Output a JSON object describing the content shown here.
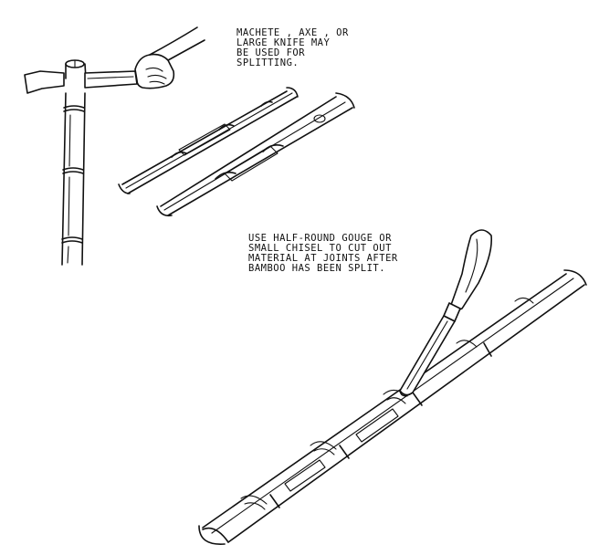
{
  "captions": {
    "machete": {
      "lines": [
        "MACHETE , AXE , OR",
        "LARGE KNIFE MAY",
        "BE USED FOR",
        "SPLITTING."
      ]
    },
    "gouge": {
      "lines": [
        "USE HALF-ROUND GOUGE OR",
        "SMALL CHISEL TO CUT OUT",
        "MATERIAL AT JOINTS AFTER",
        "BAMBOO HAS BEEN SPLIT."
      ]
    }
  }
}
